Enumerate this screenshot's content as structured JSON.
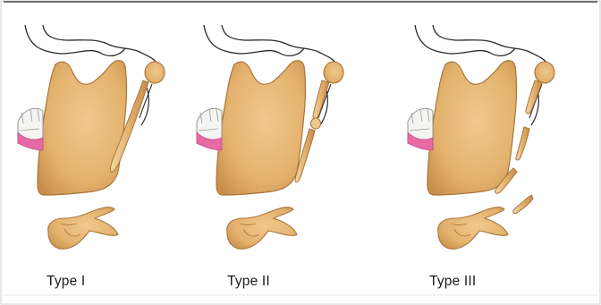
{
  "panels": [
    {
      "label": "Type I",
      "variant": "elongated-continuous"
    },
    {
      "label": "Type II",
      "variant": "pseudoarticulated"
    },
    {
      "label": "Type III",
      "variant": "segmented"
    }
  ],
  "colors": {
    "bone_fill": "#e3b16d",
    "bone_light": "#f2d3a0",
    "bone_edge": "#a8763b",
    "gum": "#e86aa5",
    "tooth": "#f4f4f2",
    "outline": "#2a2a2a",
    "border": "#cfcfcf"
  }
}
